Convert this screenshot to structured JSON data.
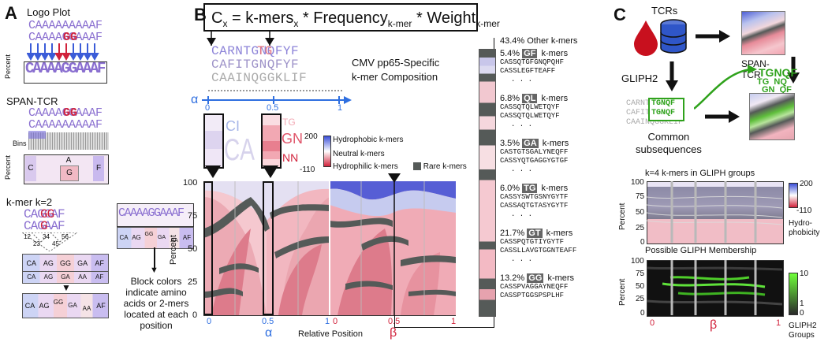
{
  "panels": {
    "a": "A",
    "b": "B",
    "c": "C"
  },
  "panelA": {
    "logo_plot_title": "Logo Plot",
    "seq1": "CAAAAAAAAAF",
    "seq2": "CAAAAGGAAAF",
    "logo_letters": "CAAAAGGAAAF",
    "percent_label": "Percent",
    "span_tcr_title": "SPAN-TCR",
    "span_seq1": "CAAAAGGAAAF",
    "span_seq2": "CAAAAAAAAAF",
    "bins_label": "Bins",
    "block_letters": [
      "C",
      "A",
      "G",
      "F"
    ],
    "kmer_title": "k-mer k=2",
    "kmer_seq1": "CAGGAF",
    "kmer_seq2": "CAGAAF",
    "kmer_positions": [
      "12",
      "34",
      "56",
      "23",
      "45"
    ],
    "kmer_blocks_top": [
      "CA",
      "AG",
      "GG",
      "GA",
      "AF"
    ],
    "kmer_blocks_bot": [
      "CA",
      "AG",
      "GA",
      "AA",
      "AF"
    ],
    "kmer_merged": [
      "CA",
      "AG",
      "GG",
      "GA",
      "AA",
      "AF"
    ],
    "right_seq": "CAAAAGGAAAF",
    "right_blocks": [
      "CA",
      "AG",
      "GG",
      "GA",
      "AA",
      "AF"
    ],
    "block_caption": "Block colors indicate amino acids or 2-mers located at each position"
  },
  "panelB": {
    "formula_prefix": "C",
    "formula_sub_x": "x",
    "formula_mid": " = k-mers",
    "formula_sub_x2": "x",
    "formula_freq": " * Frequency",
    "formula_sub_kmer": "k-mer",
    "formula_weight": " * Weight",
    "formula_sub_kmer2": "k-mer",
    "seqs": [
      "CARNTGNQFYF",
      "CAFITGNQFYF",
      "CAAINQGGKLIF"
    ],
    "alpha_axis": {
      "label": "α",
      "ticks": [
        "0",
        "0.5",
        "1"
      ]
    },
    "col_labels": {
      "ci": "CI",
      "ca": "CA",
      "tg": "TG",
      "gn": "GN",
      "nn": "NN"
    },
    "title_line1": "CMV pp65-Specific",
    "title_line2": "k-mer Composition",
    "colorbar": {
      "max": "200",
      "min": "-110",
      "hydrophobic": "Hydrophobic k-mers",
      "neutral": "Neutral k-mers",
      "hydrophilic": "Hydrophilic k-mers",
      "rare": "Rare k-mers"
    },
    "y_axis": {
      "label": "Percent",
      "ticks": [
        "100",
        "75",
        "50",
        "25",
        "0"
      ]
    },
    "x_axis": {
      "label": "Relative Position",
      "alpha_ticks": [
        "0",
        "0.5",
        "1"
      ],
      "beta_ticks": [
        "0",
        "0.5",
        "1"
      ],
      "alpha": "α",
      "beta": "β"
    },
    "other_kmers": "43.4% Other k-mers",
    "groups": [
      {
        "pct": "5.4%",
        "kmer": "GF",
        "suffix": " k-mers",
        "seqs": [
          "CASSQTGFGNQPQHF",
          "CASSLEGFTEAFF"
        ],
        "more": ". . ."
      },
      {
        "pct": "6.8%",
        "kmer": "QL",
        "suffix": " k-mers",
        "seqs": [
          "CASSQTQLWETQYF",
          "CASSQTQLWETQYF"
        ],
        "more": ". . ."
      },
      {
        "pct": "3.5%",
        "kmer": "GA",
        "suffix": " k-mers",
        "seqs": [
          "CASTGTSGALYNEQFF",
          "CASSYQTGAGGYGTGF"
        ],
        "more": ". . ."
      },
      {
        "pct": "6.0%",
        "kmer": "TG",
        "suffix": " k-mers",
        "seqs": [
          "CASSYSWTGSNYGYTF",
          "CASSAQTGTASYGYTF"
        ],
        "more": ". . ."
      },
      {
        "pct": "21.7%",
        "kmer": "GT",
        "suffix": " k-mers",
        "seqs": [
          "CASSPQTGTIYGYTF",
          "CASSLLAVGTGGNTEAFF"
        ],
        "more": ". . ."
      },
      {
        "pct": "13.2%",
        "kmer": "GG",
        "suffix": " k-mers",
        "seqs": [
          "CASSPVAGGAYNEQFF",
          "CASSPTGGSPSPLHF"
        ],
        "more": ""
      }
    ]
  },
  "panelC": {
    "tcrs": "TCRs",
    "span_tcr": "SPAN-\nTCR",
    "gliph2": "GLIPH2",
    "motif": "TGNQF",
    "motif_parts": "TG  NQ",
    "motif_parts2": "GN  QF",
    "seqs": [
      "CARNTGNQFYF",
      "CAFITGNQFYF",
      "CAAINQGGKLIF"
    ],
    "common": "Common\nsubsequences",
    "top_title": "k=4 k-mers in GLIPH groups",
    "percent": "Percent",
    "y_ticks": [
      "100",
      "75",
      "50",
      "25",
      "0"
    ],
    "cb1_max": "200",
    "cb1_min": "-110",
    "cb1_label": "Hydro-\nphobicity",
    "bottom_title": "Possible GLIPH Membership",
    "cb2_max": "10",
    "cb2_mid": "1",
    "cb2_min": "0",
    "cb2_label": "GLIPH2\nGroups",
    "x_ticks": [
      "0",
      "1"
    ],
    "beta": "β"
  },
  "colors": {
    "hydrophobic": "#3b4fd8",
    "hydrophilic": "#d1223b",
    "rare": "#555a58",
    "gliph": "#2fa21c",
    "purple": "#9a7fd6"
  }
}
